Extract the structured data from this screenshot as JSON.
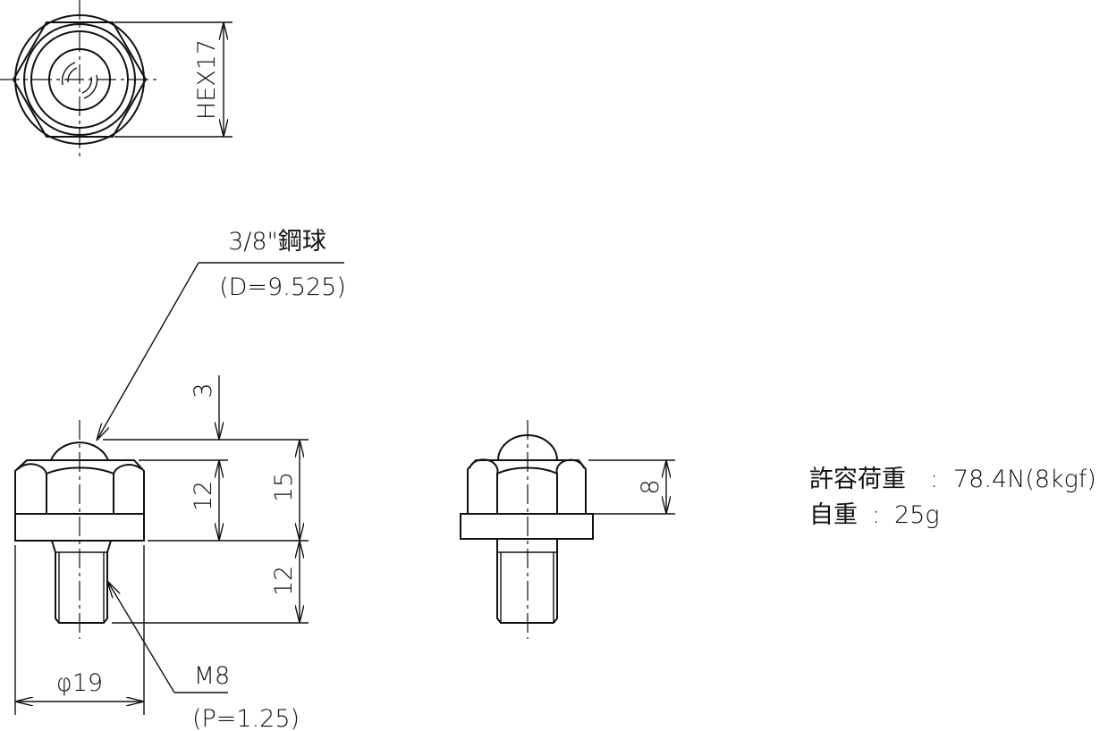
{
  "top_view": {
    "hex_label": "HEX17"
  },
  "front_view": {
    "ball_label": "3/8\"鋼球",
    "ball_diameter": "(D=9.525)",
    "dim_ball_protrusion": "3",
    "dim_hex_height": "12",
    "dim_total_head": "15",
    "dim_thread_length": "12",
    "dim_flange_diameter": "φ19",
    "thread_label": "M8",
    "thread_pitch": "(P=1.25)"
  },
  "side_view": {
    "dim_hex_height": "8"
  },
  "specs": {
    "load_label": "許容荷重",
    "load_value": "78.4N(8kgf)",
    "weight_label": "自重",
    "weight_value": "25g",
    "separator": ":"
  }
}
